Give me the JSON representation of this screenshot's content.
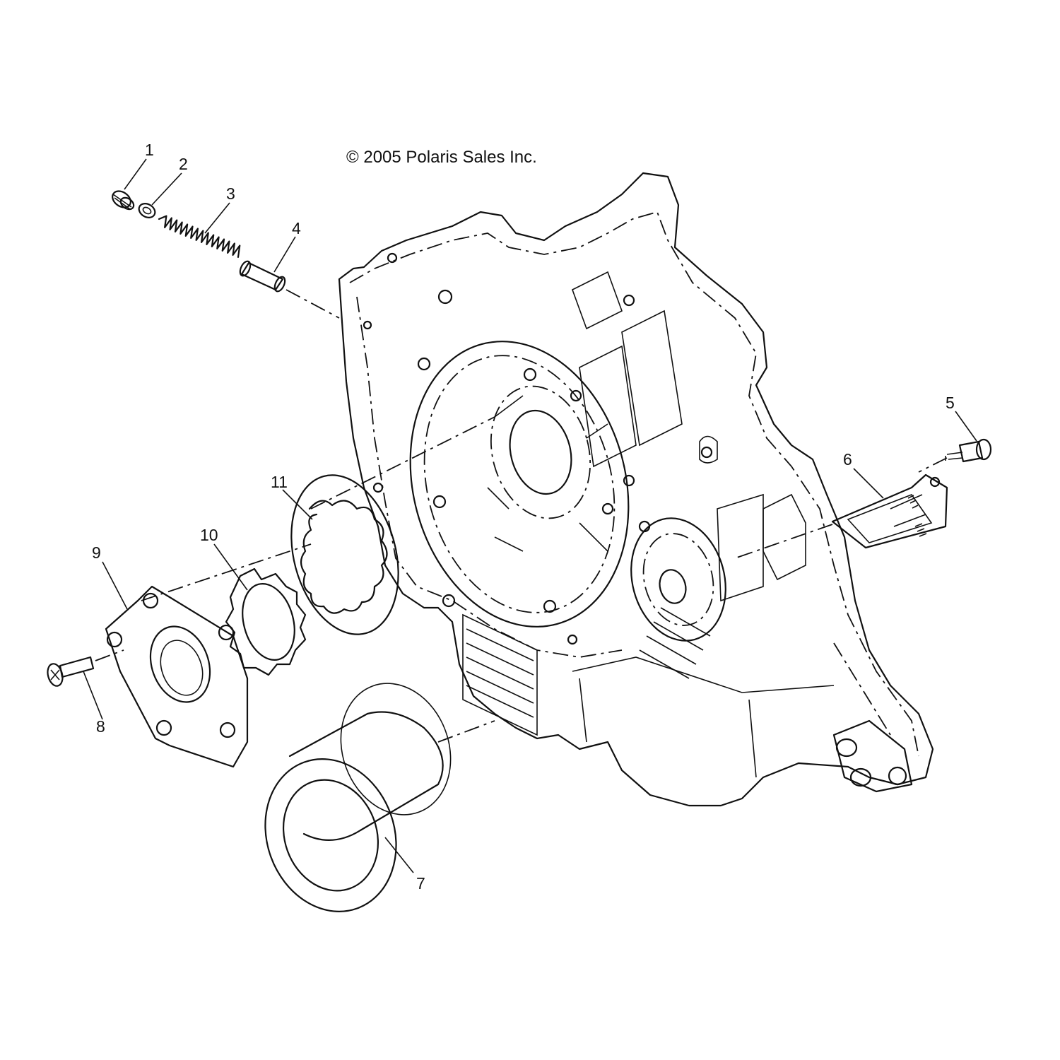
{
  "copyright": "© 2005 Polaris Sales Inc.",
  "callouts": [
    {
      "id": "1",
      "label": "1"
    },
    {
      "id": "2",
      "label": "2"
    },
    {
      "id": "3",
      "label": "3"
    },
    {
      "id": "4",
      "label": "4"
    },
    {
      "id": "5",
      "label": "5"
    },
    {
      "id": "6",
      "label": "6"
    },
    {
      "id": "7",
      "label": "7"
    },
    {
      "id": "8",
      "label": "8"
    },
    {
      "id": "9",
      "label": "9"
    },
    {
      "id": "10",
      "label": "10"
    },
    {
      "id": "11",
      "label": "11"
    }
  ]
}
